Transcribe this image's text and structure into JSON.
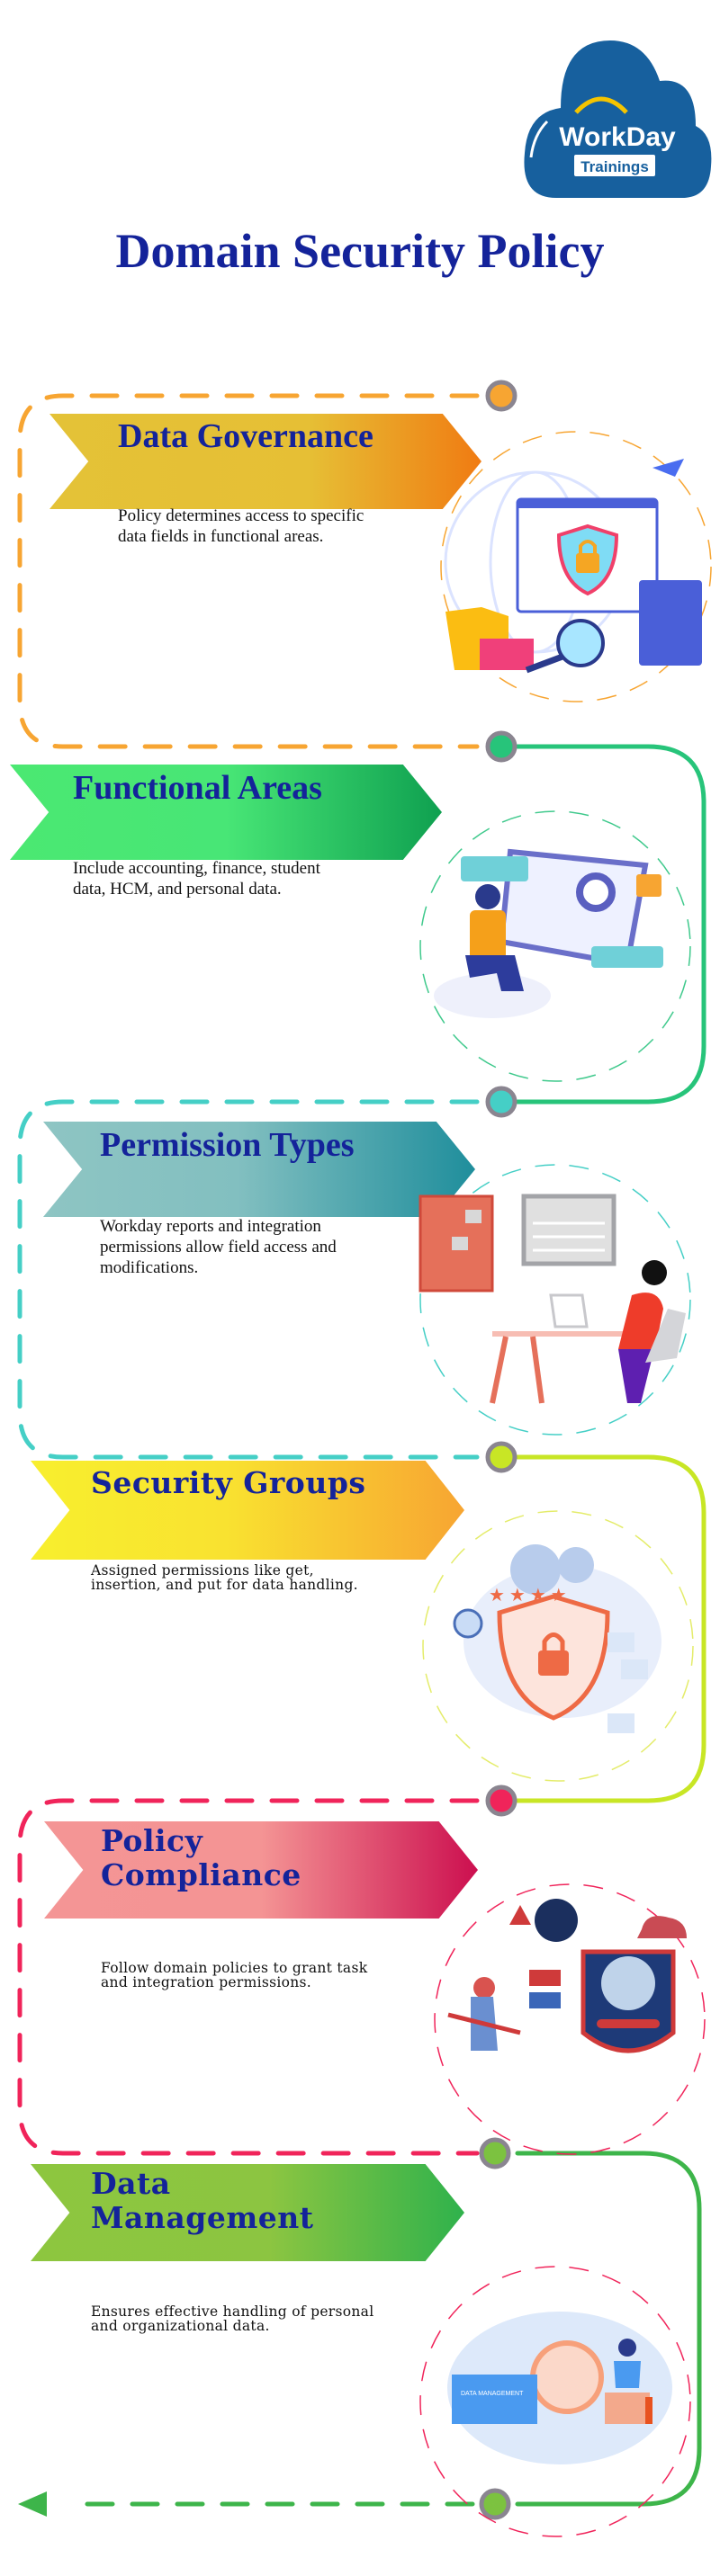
{
  "logo": {
    "line1": "WorkDay",
    "line2": "Trainings"
  },
  "title": "Domain Security Policy",
  "colors": {
    "title": "#14239a",
    "orange": "#f7a532",
    "green": "#27c47a",
    "teal": "#45cfc6",
    "lime": "#c8e625",
    "pink": "#f0245a",
    "green2": "#3db54a"
  },
  "sections": [
    {
      "title": "Data Governance",
      "description": "Policy determines access to specific data fields in functional areas.",
      "icon": "data-security-illustration"
    },
    {
      "title": "Functional Areas",
      "description": "Include accounting, finance, student data, HCM, and personal data.",
      "icon": "analytics-dashboard-illustration"
    },
    {
      "title": "Permission Types",
      "description": "Workday reports and integration permissions allow field access and modifications.",
      "icon": "person-at-desk-illustration"
    },
    {
      "title": "Security Groups",
      "description": "Assigned permissions like get, insertion, and put for data handling.",
      "icon": "shield-lock-illustration"
    },
    {
      "title_line1": "Policy",
      "title_line2": "Compliance",
      "description": "Follow domain policies to grant task and integration permissions.",
      "icon": "profile-shield-illustration"
    },
    {
      "title_line1": "Data",
      "title_line2": "Management",
      "description": "Ensures effective handling of personal and organizational data.",
      "icon": "data-management-illustration",
      "folder_label": "DATA MANAGEMENT"
    }
  ]
}
